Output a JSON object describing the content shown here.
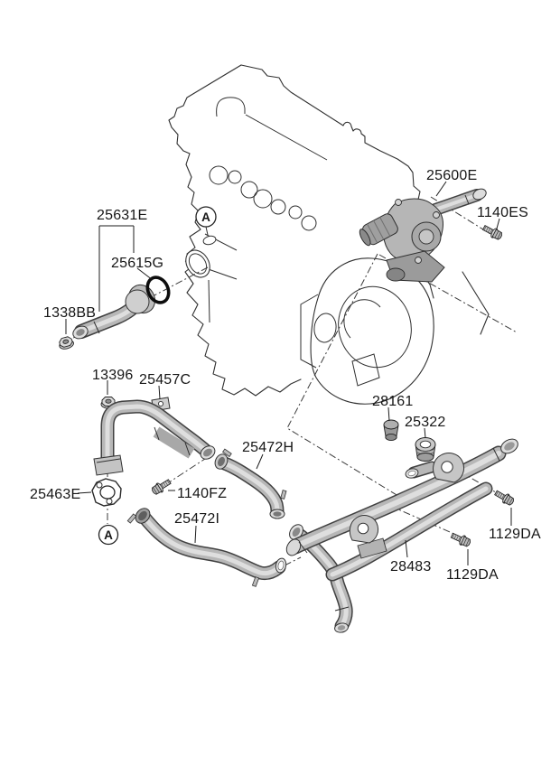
{
  "diagram": {
    "kind": "engine-coolant-pipe-and-hose-parts-diagram",
    "background": "#ffffff",
    "line_color": "#2f2f2f",
    "part_fill": "#c9c9c9",
    "oring_color": "#0d0d0d"
  },
  "labels": {
    "p25631E": "25631E",
    "p25615G": "25615G",
    "p1338BB": "1338BB",
    "p13396": "13396",
    "p25457C": "25457C",
    "p25463E": "25463E",
    "p1140FZ": "1140FZ",
    "p25472H": "25472H",
    "p25472I": "25472I",
    "p28161": "28161",
    "p25322": "25322",
    "p25600E": "25600E",
    "p1140ES": "1140ES",
    "p28483": "28483",
    "p1129DA_1": "1129DA",
    "p1129DA_2": "1129DA",
    "calloutA": "A"
  }
}
